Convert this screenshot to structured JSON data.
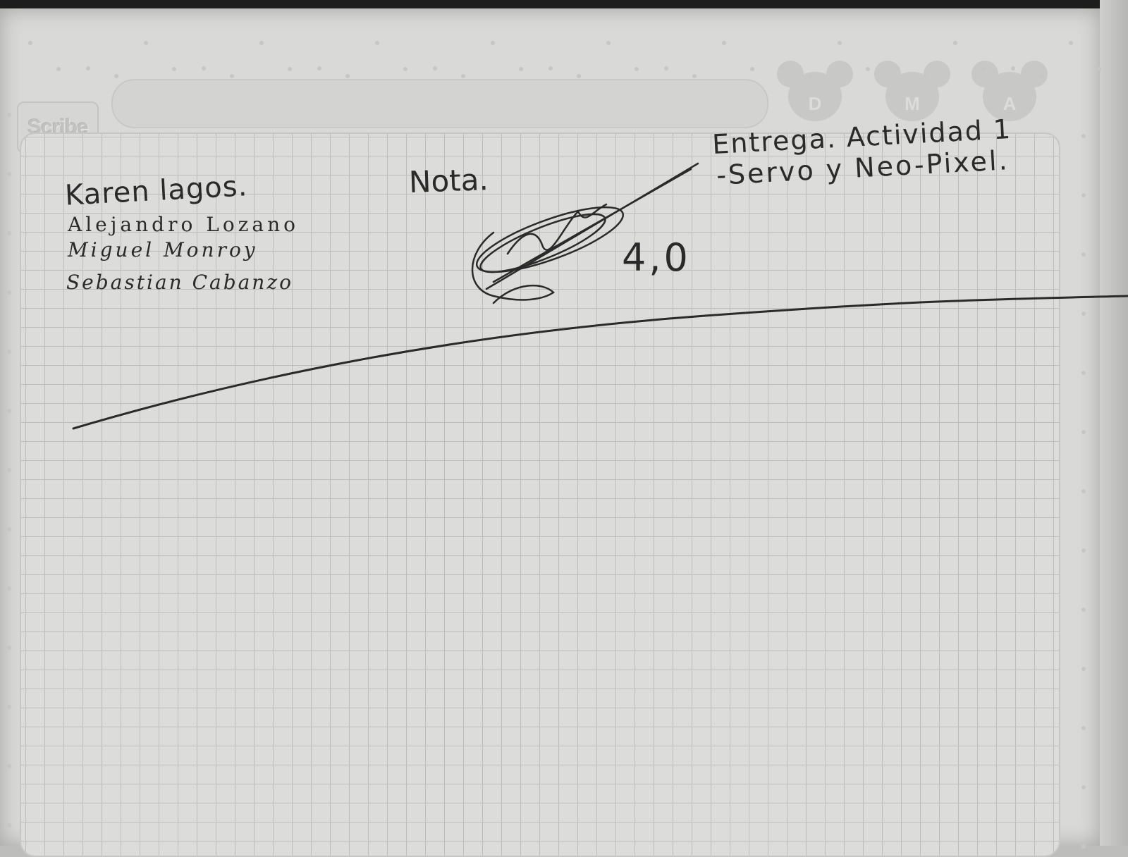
{
  "notebook": {
    "brand": "Scribe",
    "date_heads": [
      "D",
      "M",
      "A"
    ]
  },
  "note": {
    "team_members": [
      "Karen lagos.",
      "Alejandro Lozano",
      "Miguel Monroy",
      "Sebastian Cabanzo"
    ],
    "grade_label": "Nota.",
    "grade_value": "4,0",
    "activity_title": "Entrega. Actividad 1",
    "activity_subtitle": "-Servo y Neo-Pixel."
  },
  "colors": {
    "paper": "#dcdcda",
    "grid": "#bdbdbb",
    "ink": "#2a2a2a"
  }
}
